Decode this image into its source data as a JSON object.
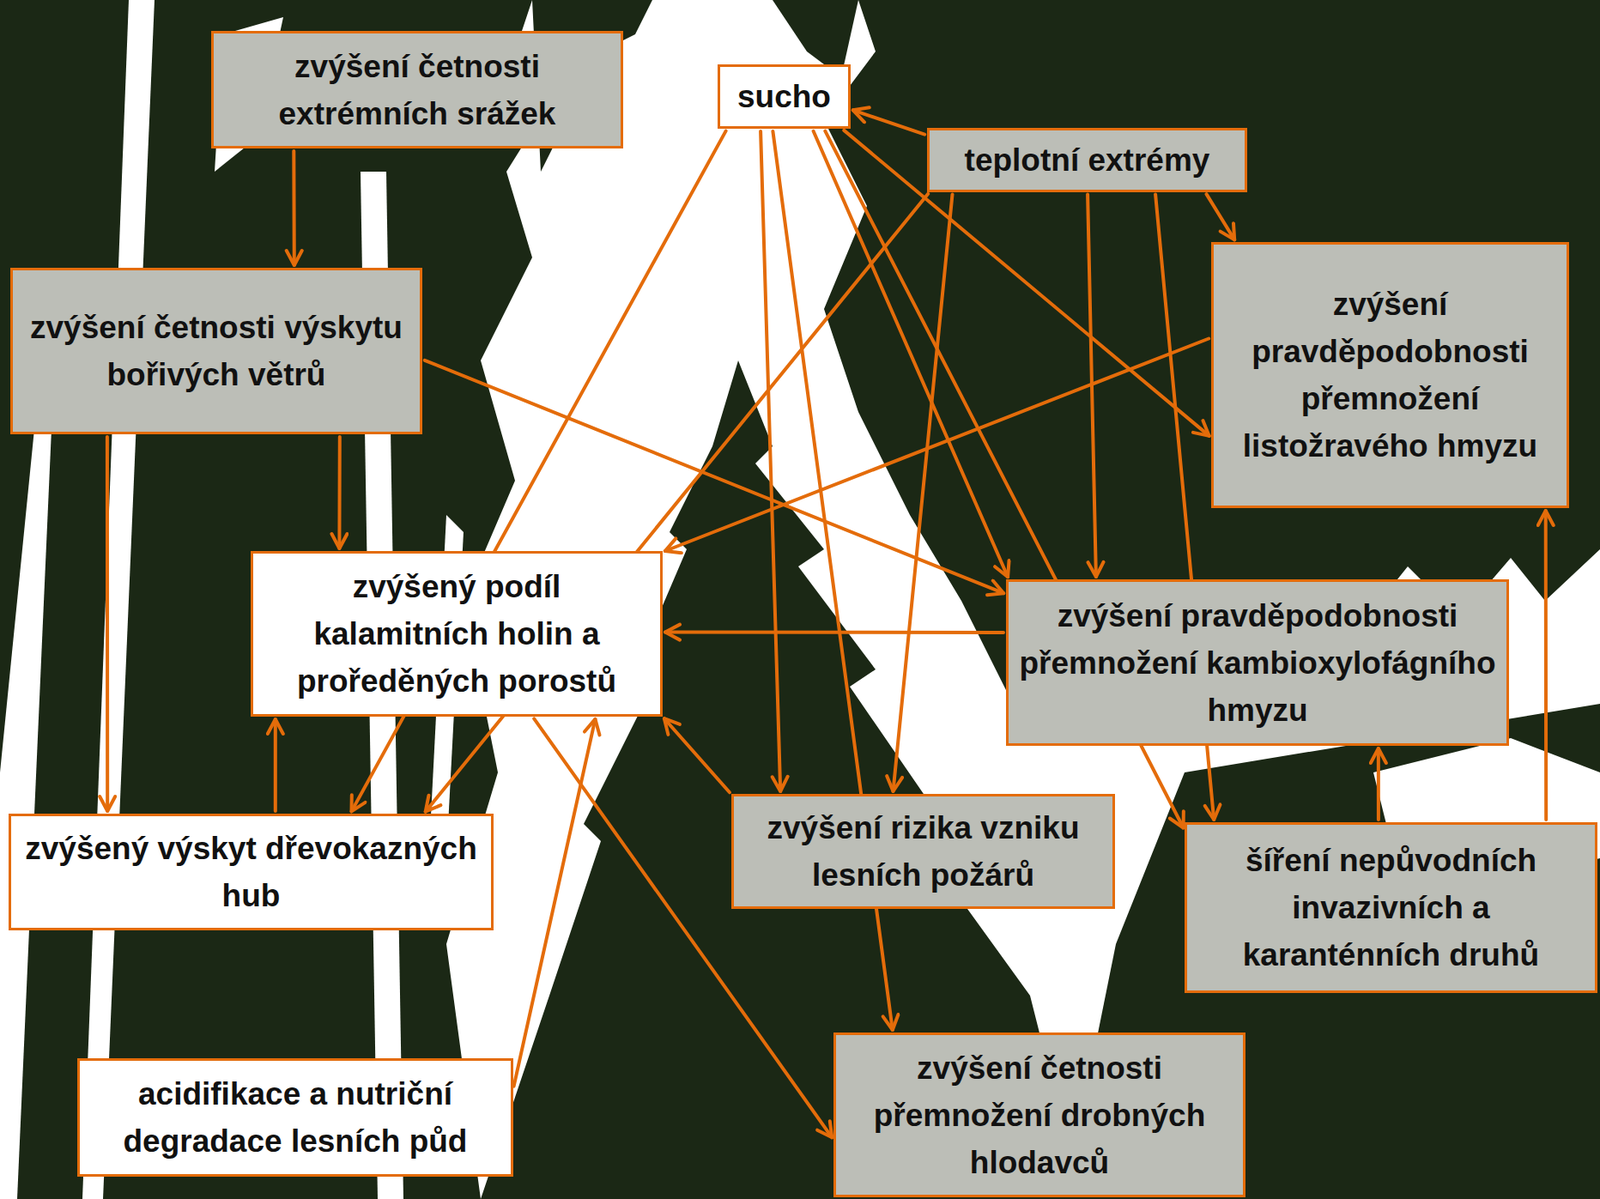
{
  "diagram": {
    "nodes": [
      {
        "text": [
          "zvýšení četnosti extrémních srážek"
        ]
      },
      {
        "text": [
          "sucho"
        ]
      },
      {
        "text": [
          "teplotní extrémy"
        ]
      },
      {
        "text": [
          "zvýšení četnosti výskytu bořivých větrů"
        ]
      },
      {
        "text": [
          "zvýšení pravděpodobnosti přemnožení listožravého hmyzu"
        ]
      },
      {
        "text": [
          "zvýšený podíl kalamitních holin a proředěných porostů"
        ]
      },
      {
        "text": [
          "zvýšení pravděpodobnosti přemnožení kambioxylofágního hmyzu"
        ]
      },
      {
        "text": [
          "zvýšený výskyt dřevokazných hub"
        ]
      },
      {
        "text": [
          "zvýšení rizika vzniku lesních požárů"
        ]
      },
      {
        "text": [
          "šíření nepůvodních invazivních a karanténních druhů"
        ]
      },
      {
        "text": [
          "acidifikace a nutriční degradace lesních půd"
        ]
      },
      {
        "text": [
          "zvýšení četnosti přemnožení drobných hlodavců"
        ]
      }
    ],
    "edges": [
      {
        "from": 0,
        "to": 3,
        "arrow": "to"
      },
      {
        "from": 3,
        "to": 5,
        "arrow": "to"
      },
      {
        "from": 3,
        "to": 7,
        "arrow": "to"
      },
      {
        "from": 3,
        "to": 6,
        "arrow": "to"
      },
      {
        "from": 7,
        "to": 5,
        "arrow": "to"
      },
      {
        "from": 10,
        "to": 5,
        "arrow": "to"
      },
      {
        "from": 8,
        "to": 5,
        "arrow": "to"
      },
      {
        "from": 6,
        "to": 5,
        "arrow": "to"
      },
      {
        "from": 5,
        "to": 11,
        "arrow": "to"
      },
      {
        "from": 9,
        "to": 6,
        "arrow": "to"
      },
      {
        "from": 9,
        "to": 4,
        "arrow": "to"
      },
      {
        "from": 4,
        "to": 5,
        "arrow": "to"
      },
      {
        "from": 1,
        "to": 7,
        "arrow": "to"
      },
      {
        "from": 1,
        "to": 8,
        "arrow": "to"
      },
      {
        "from": 1,
        "to": 11,
        "arrow": "to"
      },
      {
        "from": 1,
        "to": 6,
        "arrow": "to"
      },
      {
        "from": 1,
        "to": 9,
        "arrow": "to"
      },
      {
        "from": 1,
        "to": 4,
        "arrow": "to"
      },
      {
        "from": 2,
        "to": 1,
        "arrow": "to"
      },
      {
        "from": 2,
        "to": 4,
        "arrow": "to"
      },
      {
        "from": 2,
        "to": 6,
        "arrow": "to"
      },
      {
        "from": 2,
        "to": 9,
        "arrow": "to"
      },
      {
        "from": 2,
        "to": 8,
        "arrow": "to"
      },
      {
        "from": 2,
        "to": 7,
        "arrow": "to"
      }
    ]
  }
}
